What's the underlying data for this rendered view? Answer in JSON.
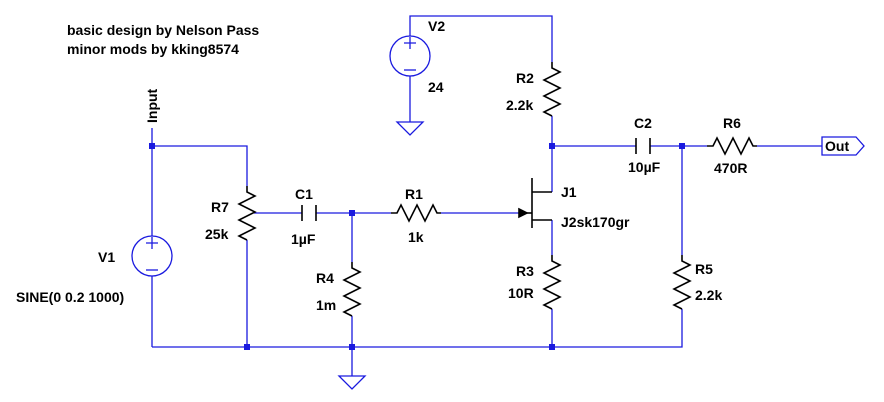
{
  "notes": {
    "line1": "basic design by Nelson Pass",
    "line2": "minor mods by kking8574"
  },
  "nets": {
    "input": "Input",
    "output": "Out"
  },
  "components": {
    "v1": {
      "name": "V1",
      "value": "SINE(0 0.2 1000)"
    },
    "v2": {
      "name": "V2",
      "value": "24"
    },
    "r1": {
      "name": "R1",
      "value": "1k"
    },
    "r2": {
      "name": "R2",
      "value": "2.2k"
    },
    "r3": {
      "name": "R3",
      "value": "10R"
    },
    "r4": {
      "name": "R4",
      "value": "1m"
    },
    "r5": {
      "name": "R5",
      "value": "2.2k"
    },
    "r6": {
      "name": "R6",
      "value": "470R"
    },
    "r7": {
      "name": "R7",
      "value": "25k"
    },
    "c1": {
      "name": "C1",
      "value": "1µF"
    },
    "c2": {
      "name": "C2",
      "value": "10µF"
    },
    "j1": {
      "name": "J1",
      "value": "J2sk170gr"
    }
  },
  "colors": {
    "wire": "#1a1adf",
    "component": "#000000",
    "background": "#ffffff"
  }
}
